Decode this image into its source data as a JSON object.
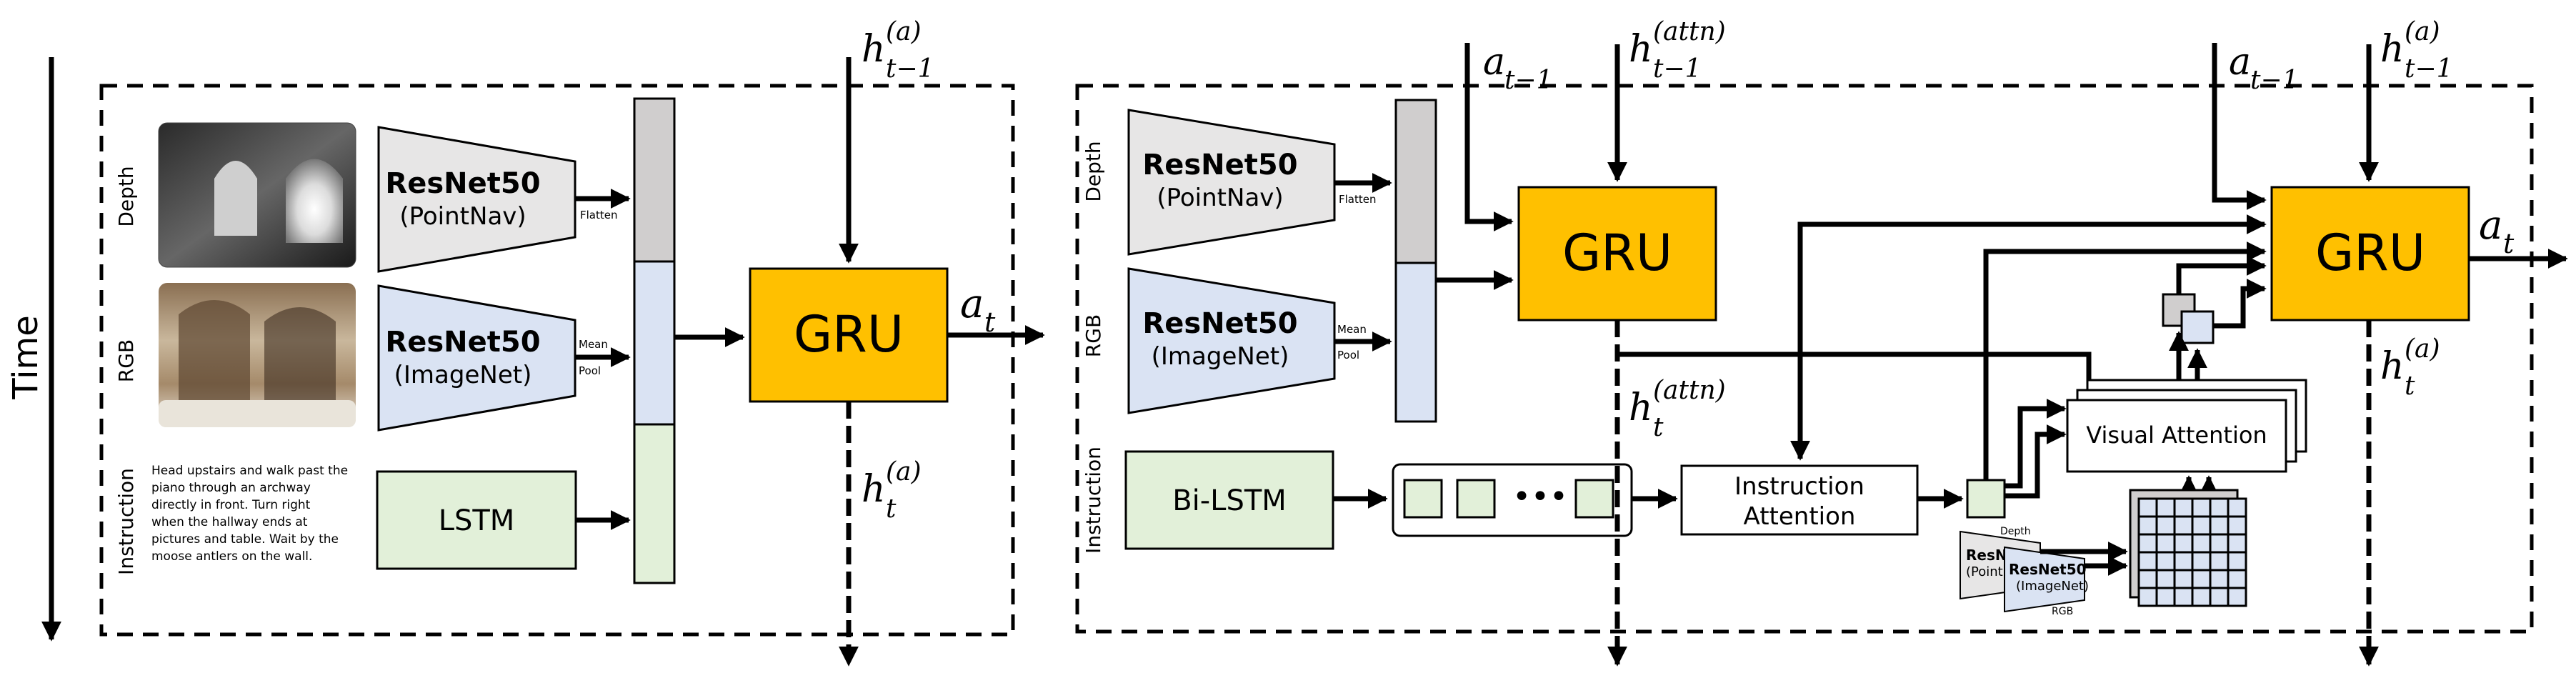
{
  "time_label": "Time",
  "colors": {
    "gru": "#FFC000",
    "resnet_depth": "#E7E6E6",
    "resnet_rgb": "#DAE3F3",
    "lstm": "#E2F0D9",
    "bar_depth": "#D0CECE",
    "bar_rgb": "#DAE3F3",
    "bar_instr": "#E2F0D9",
    "grid": "#DAE3F3"
  },
  "left": {
    "row_labels": {
      "depth": "Depth",
      "rgb": "RGB",
      "instruction": "Instruction"
    },
    "resnet_depth": {
      "title": "ResNet50",
      "sub": "(PointNav)"
    },
    "resnet_rgb": {
      "title": "ResNet50",
      "sub": "(ImageNet)"
    },
    "flatten_label": "Flatten",
    "meanpool_label": [
      "Mean",
      "Pool"
    ],
    "lstm_label": "LSTM",
    "gru_label": "GRU",
    "instruction_text": [
      "Head upstairs and walk past the",
      "piano  through  an  archway",
      "directly  in  front.  Turn  right",
      "when  the  hallway  ends  at",
      "pictures and table. Wait by the",
      "moose antlers on the wall."
    ],
    "h_in": {
      "base": "h",
      "sub": "t−1",
      "sup": "(a)"
    },
    "h_out": {
      "base": "h",
      "sub": "t",
      "sup": "(a)"
    },
    "a_out": {
      "base": "a",
      "sub": "t"
    }
  },
  "right": {
    "row_labels": {
      "depth": "Depth",
      "rgb": "RGB",
      "instruction": "Instruction"
    },
    "resnet_depth": {
      "title": "ResNet50",
      "sub": "(PointNav)"
    },
    "resnet_rgb": {
      "title": "ResNet50",
      "sub": "(ImageNet)"
    },
    "flatten_label": "Flatten",
    "meanpool_label": [
      "Mean",
      "Pool"
    ],
    "bilstm_label": "Bi-LSTM",
    "ellipsis": "•••",
    "gru1_label": "GRU",
    "gru2_label": "GRU",
    "instr_attention": [
      "Instruction",
      "Attention"
    ],
    "visual_attention": "Visual Attention",
    "mini_depth_label": "Depth",
    "mini_rgb_label": "RGB",
    "mini_back": {
      "title": "ResNe",
      "sub": "(Point"
    },
    "mini_front": {
      "title": "ResNet50",
      "sub": "(ImageNet)"
    },
    "a_in1": {
      "base": "a",
      "sub": "t−1"
    },
    "h_attn_in": {
      "base": "h",
      "sub": "t−1",
      "sup": "(attn)"
    },
    "h_attn_out": {
      "base": "h",
      "sub": "t",
      "sup": "(attn)"
    },
    "a_in2": {
      "base": "a",
      "sub": "t−1"
    },
    "h_a_in": {
      "base": "h",
      "sub": "t−1",
      "sup": "(a)"
    },
    "a_out": {
      "base": "a",
      "sub": "t"
    },
    "h_a_out": {
      "base": "h",
      "sub": "t",
      "sup": "(a)"
    }
  }
}
